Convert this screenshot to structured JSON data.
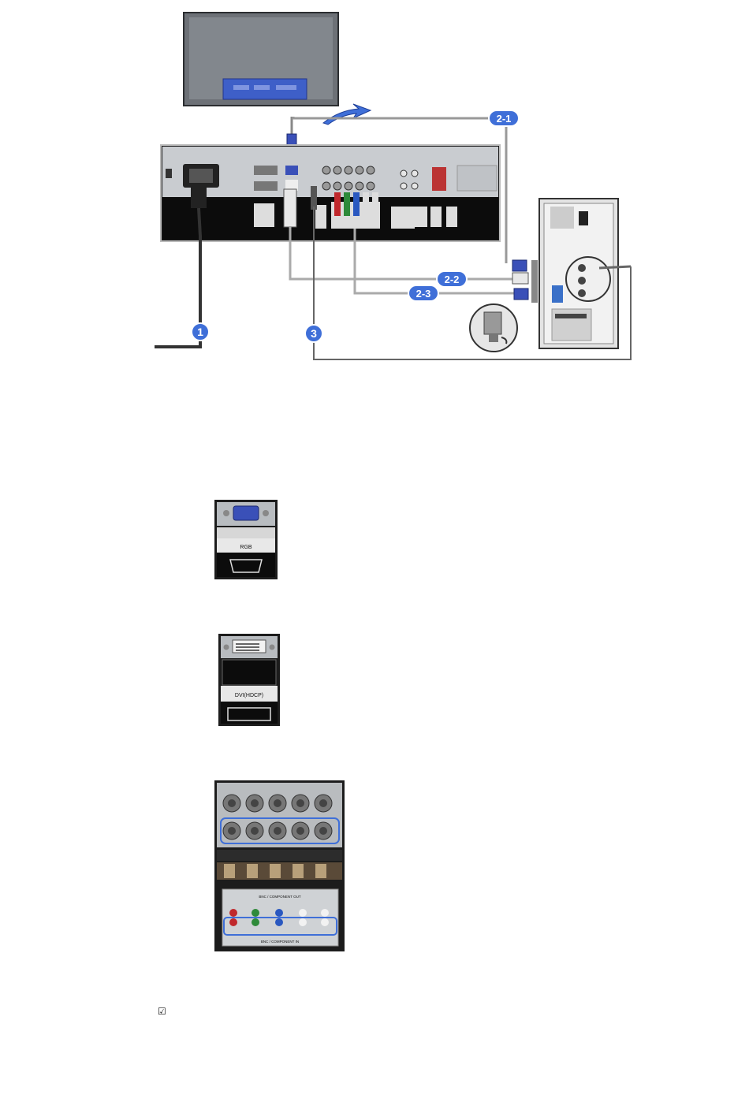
{
  "diagram": {
    "badges": [
      {
        "id": "b1",
        "label": "1"
      },
      {
        "id": "b21",
        "label": "2-1"
      },
      {
        "id": "b22",
        "label": "2-2"
      },
      {
        "id": "b23",
        "label": "2-3"
      },
      {
        "id": "b3",
        "label": "3"
      }
    ]
  },
  "panels": {
    "rgb": {
      "label": "RGB"
    },
    "dvi": {
      "label": "DVI(HDCP)"
    },
    "bnc": {
      "top_label": "BNC / COMPONENT OUT",
      "bottom_label": "BNC / COMPONENT IN"
    }
  },
  "note": {
    "icon": "checkbox-icon",
    "glyph": "☑"
  },
  "colors": {
    "badge": "#3f6fd8",
    "connector_blue": "#3a50b8",
    "red": "#c0282c",
    "green": "#2e8a3a",
    "blue": "#2a58c0"
  }
}
